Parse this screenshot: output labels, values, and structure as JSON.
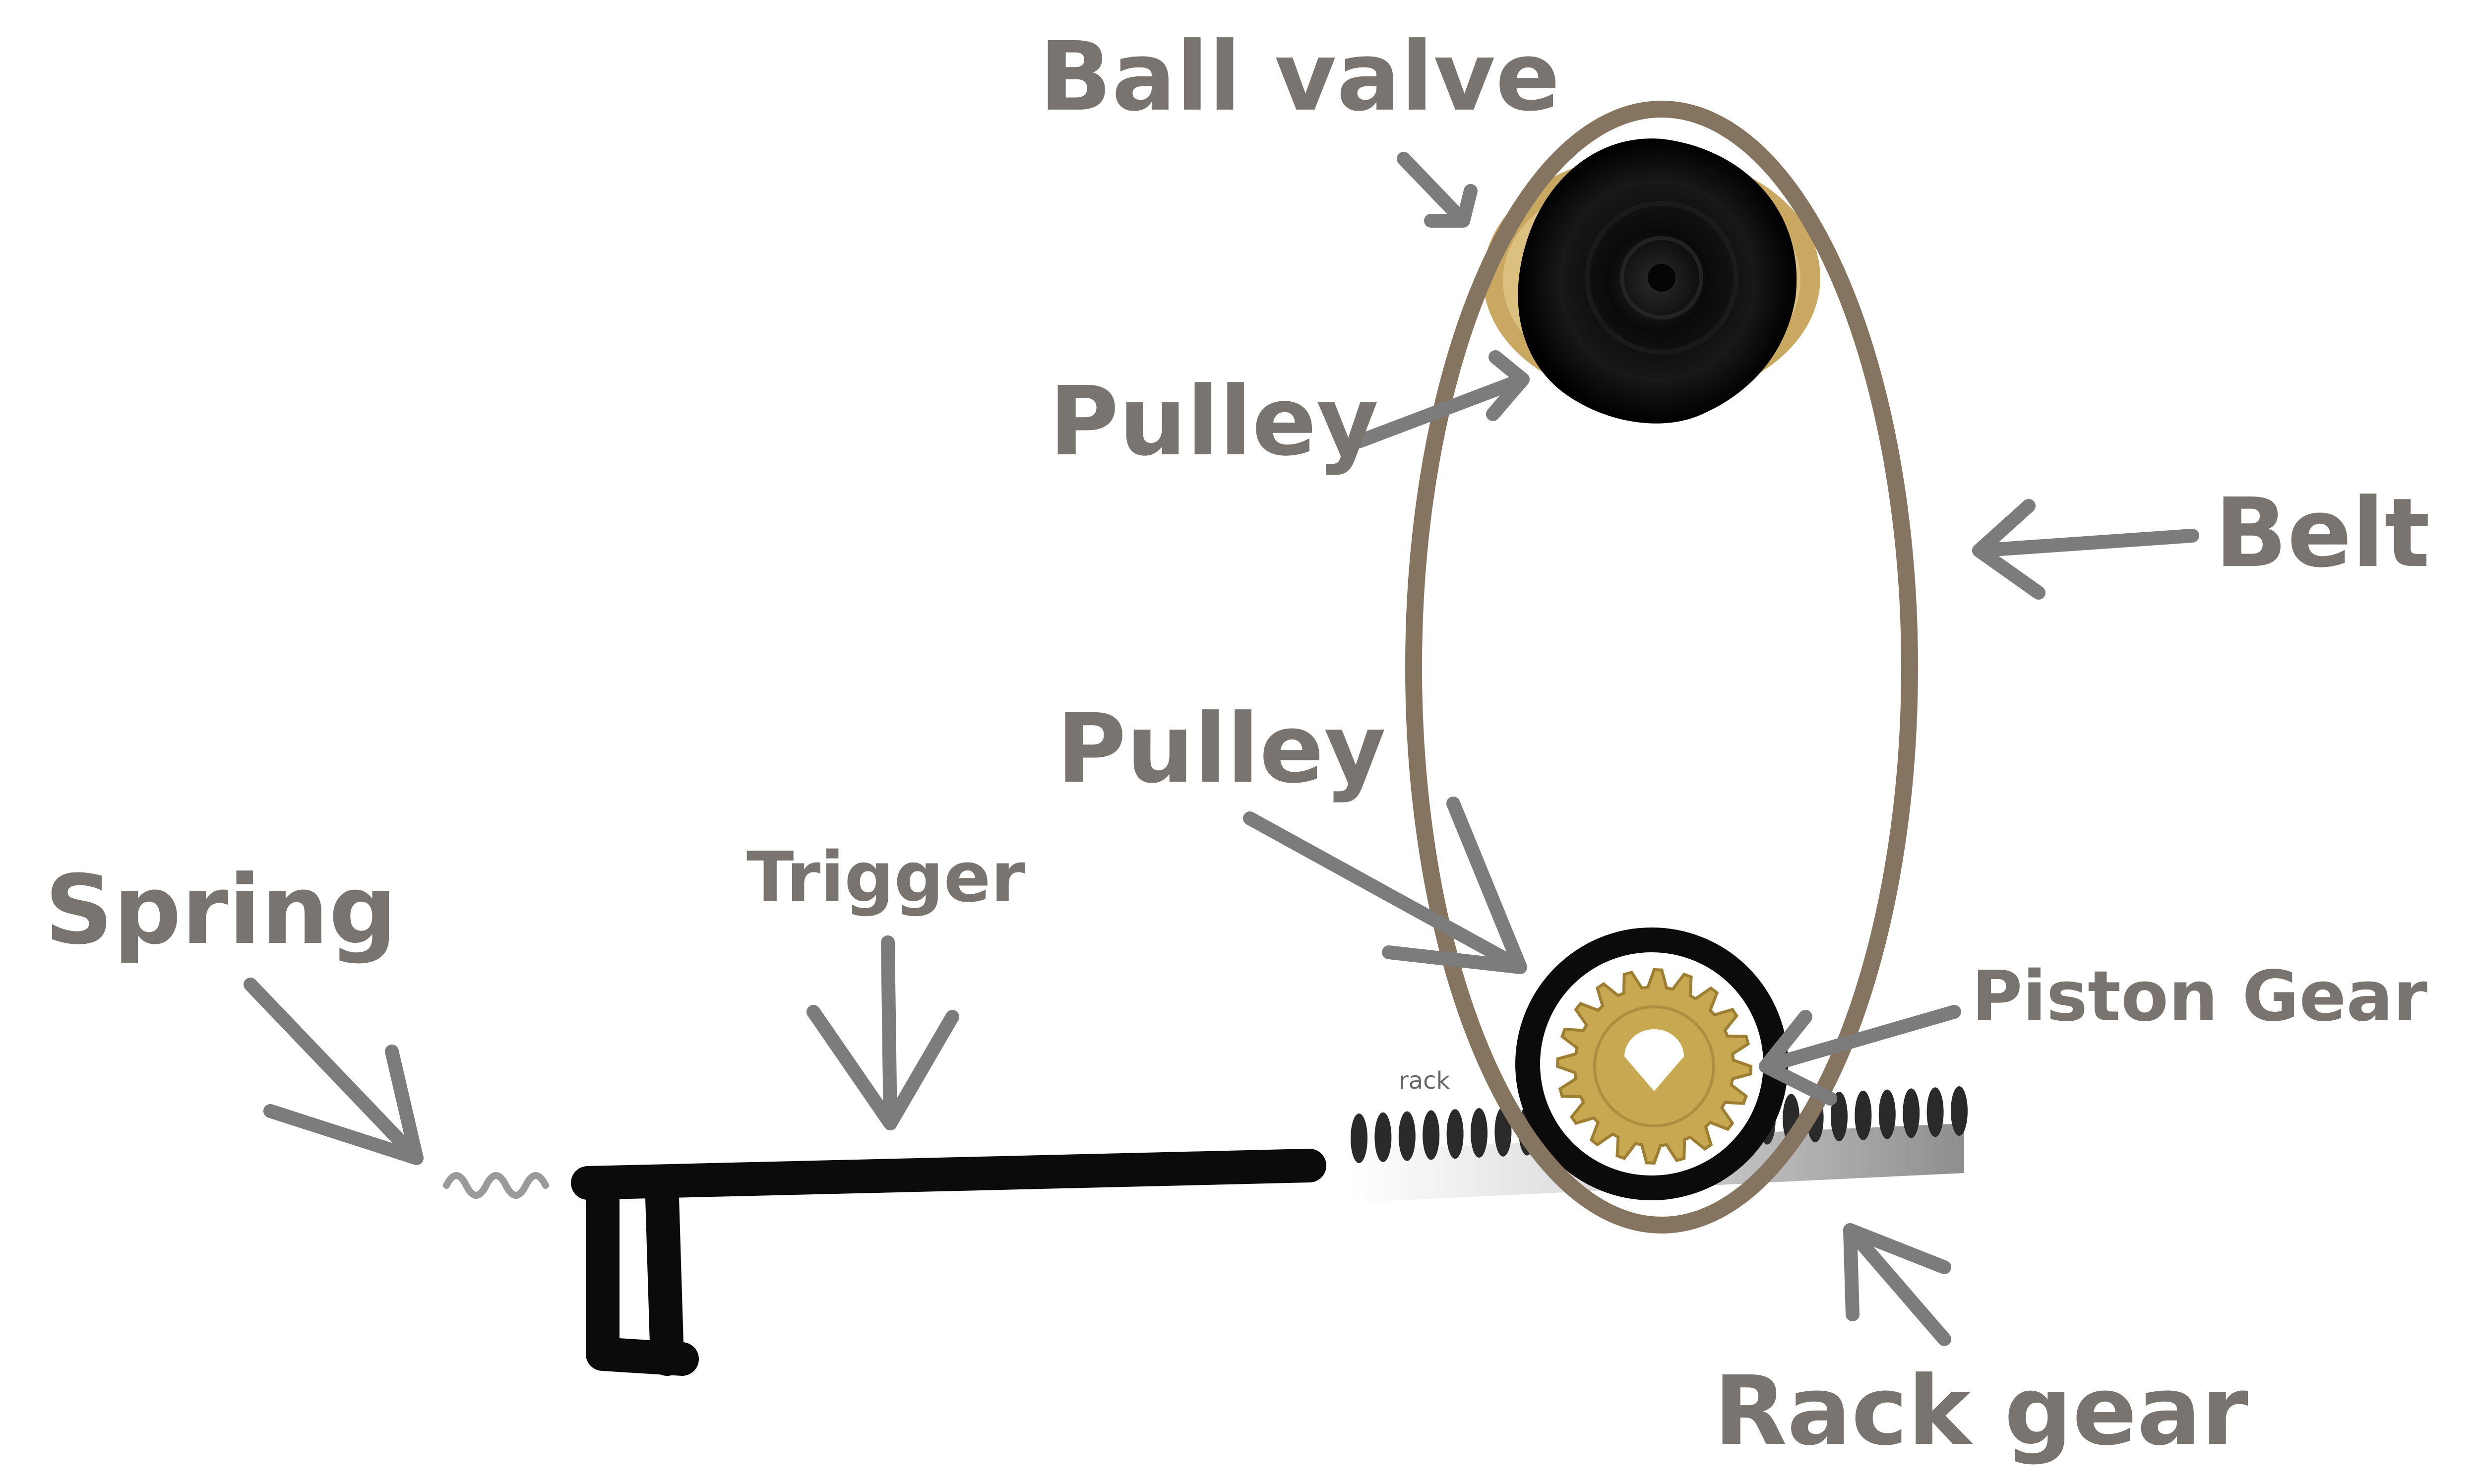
{
  "labels": {
    "ball_valve": "Ball valve",
    "pulley_top": "Pulley",
    "belt": "Belt",
    "pulley_bottom": "Pulley",
    "spring": "Spring",
    "trigger": "Trigger",
    "piston_gear": "Piston Gear",
    "rack_gear": "Rack gear",
    "rack_small": "rack"
  },
  "colors": {
    "label": "#7a7470",
    "arrow": "#7c7c7c",
    "belt": "#857560",
    "brass": "#c7a951",
    "brass_dark": "#9d7f33",
    "black": "#0b0b0b",
    "rack": "#b4b4b4"
  }
}
